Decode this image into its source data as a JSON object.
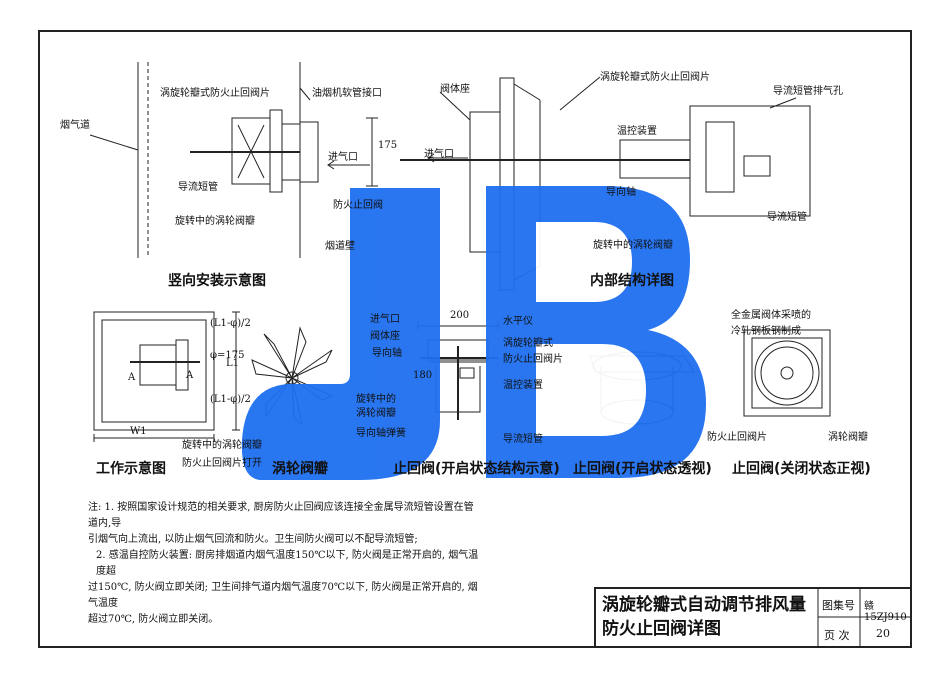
{
  "labels": {
    "vert_flap": "涡旋轮瓣式防火止回阀片",
    "vert_hose": "油烟机软管接口",
    "vert_flue": "烟气道",
    "vert_inlet": "进气口",
    "vert_dim175": "175",
    "vert_duct": "导流短管",
    "vert_rotflap": "旋转中的涡轮阀瓣",
    "vert_valve": "防火止回阀",
    "vert_wall": "烟道壁",
    "int_seat": "阀体座",
    "int_inlet": "进气口",
    "int_flap": "涡旋轮瓣式防火止回阀片",
    "int_vent": "导流短管排气孔",
    "int_temp": "温控装置",
    "int_axis": "导向轴",
    "int_rotflap": "旋转中的涡轮阀瓣",
    "int_duct": "导流短管",
    "work_w1": "W1",
    "work_l1": "L1",
    "work_l1a": "(L1-φ)/2",
    "work_phi": "φ=175",
    "work_l1b": "(L1-φ)/2",
    "work_a1": "A",
    "work_a2": "A",
    "work_rotflap": "旋转中的涡轮阀瓣",
    "work_open": "防火止回阀片打开",
    "open_inlet": "进气口",
    "open_seat": "阀体座",
    "open_axis": "导向轴",
    "open_rot1": "旋转中的",
    "open_rot2": "涡轮阀瓣",
    "open_spring": "导向轴弹簧",
    "open_level": "水平仪",
    "open_flap1": "涡旋轮瓣式",
    "open_flap2": "防火止回阀片",
    "open_temp": "温控装置",
    "open_duct": "导流短管",
    "open_200": "200",
    "open_180": "180",
    "closed_note1": "全金属阀体采喷的",
    "closed_note2": "冷轧钢板钢制成",
    "closed_flap": "防火止回阀片",
    "closed_petal": "涡轮阀瓣"
  },
  "captions": {
    "vertical": "竖向安装示意图",
    "internal": "内部结构详图",
    "working": "工作示意图",
    "petal": "涡轮阀瓣",
    "open_struct": "止回阀(开启状态结构示意)",
    "open_persp": "止回阀(开启状态透视)",
    "closed_front": "止回阀(关闭状态正视)"
  },
  "notes": {
    "n1a": "注: 1. 按照国家设计规范的相关要求, 厨房防火止回阀应该连接全金属导流短管设置在管道内,导",
    "n1b": "引烟气向上流出, 以防止烟气回流和防火。卫生间防火阀可以不配导流短管;",
    "n2a": "2. 感温自控防火装置: 厨房排烟道内烟气温度150℃以下, 防火阀是正常开启的, 烟气温度超",
    "n2b": "过150℃, 防火阀立即关闭; 卫生间排气道内烟气温度70℃以下, 防火阀是正常开启的, 烟气温度",
    "n2c": "超过70℃, 防火阀立即关闭。"
  },
  "titleblock": {
    "title_line1": "涡旋轮瓣式自动调节排风量",
    "title_line2": "防火止回阀详图",
    "atlas_label": "图集号",
    "atlas_value": "赣15ZJ910",
    "page_label": "页 次",
    "page_value": "20"
  },
  "watermark": {
    "text": "JB",
    "color": "#1e6ff0"
  },
  "colors": {
    "line": "#222222",
    "watermark": "#1e6ff0"
  }
}
